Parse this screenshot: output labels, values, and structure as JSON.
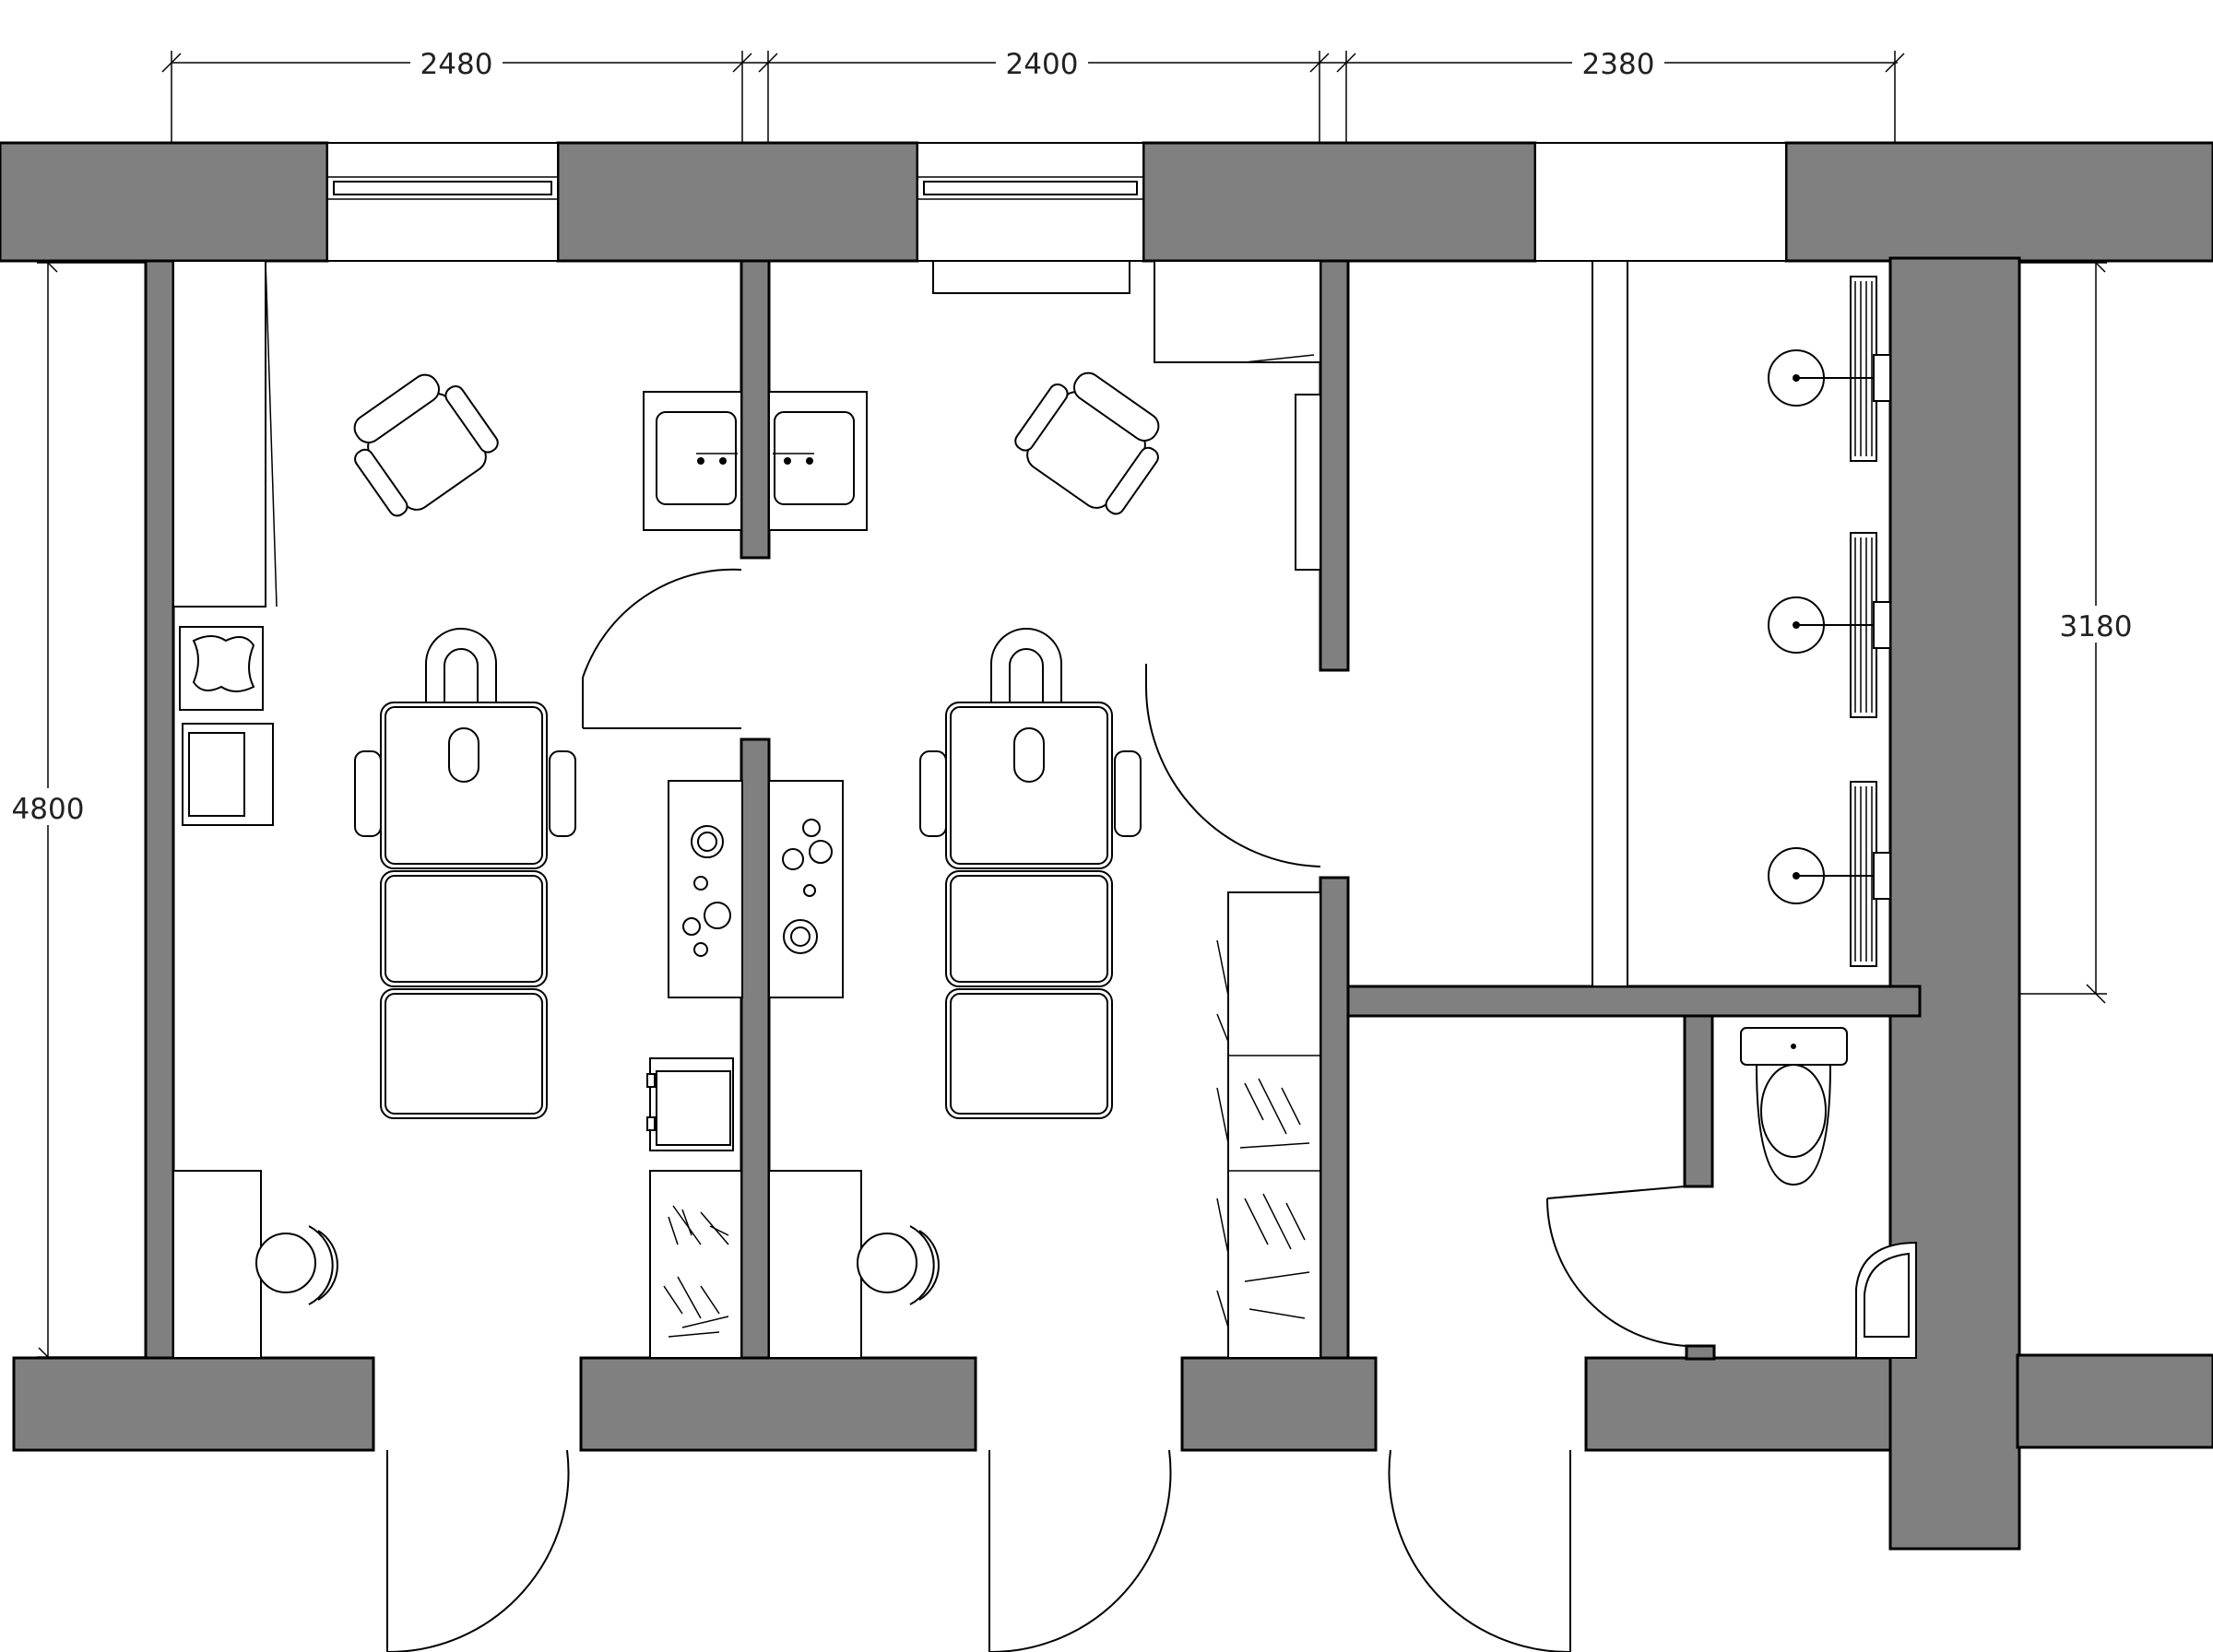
{
  "dimensions": {
    "top_room_1": "2480",
    "top_room_2": "2400",
    "top_room_3": "2380",
    "left_height": "4800",
    "right_height": "3180"
  },
  "colors": {
    "wall_fill": "#808080",
    "line": "#000000",
    "background": "#ffffff"
  }
}
